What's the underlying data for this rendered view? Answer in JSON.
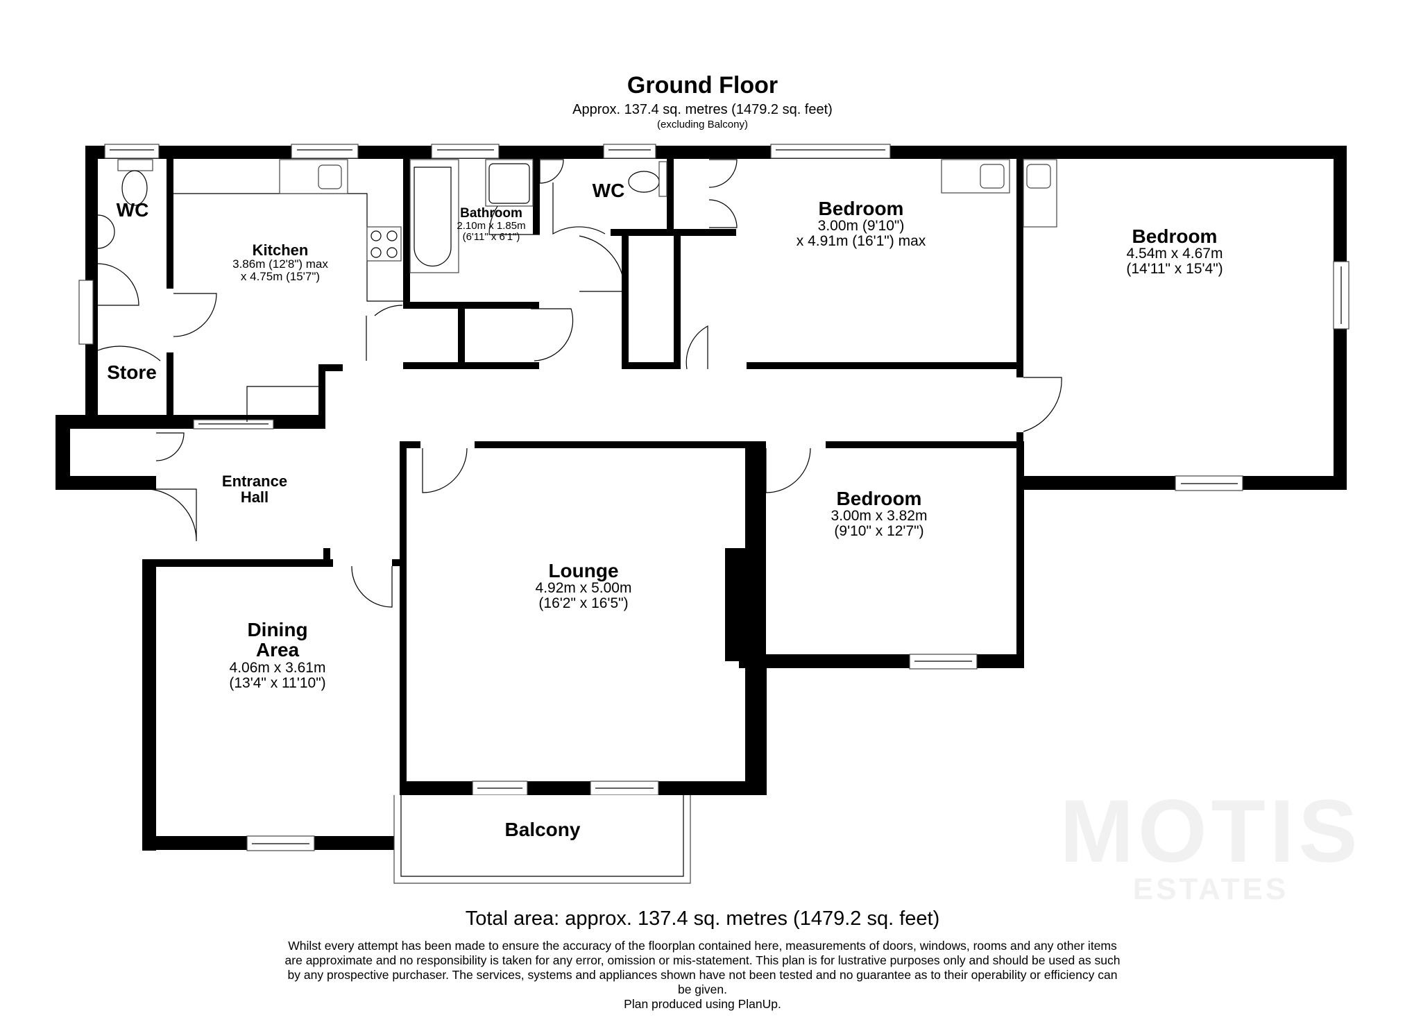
{
  "header": {
    "title": "Ground Floor",
    "area": "Approx. 137.4 sq. metres (1479.2 sq. feet)",
    "note": "(excluding Balcony)"
  },
  "rooms": {
    "wc_left": {
      "name": "WC"
    },
    "store": {
      "name": "Store"
    },
    "kitchen": {
      "name": "Kitchen",
      "dim1": "3.86m (12'8\") max",
      "dim2": "x 4.75m (15'7\")"
    },
    "bathroom": {
      "name": "Bathroom",
      "dim1": "2.10m x 1.85m",
      "dim2": "(6'11\" x 6'1\")"
    },
    "wc_mid": {
      "name": "WC"
    },
    "bedroom1": {
      "name": "Bedroom",
      "dim1": "3.00m (9'10\")",
      "dim2": "x 4.91m (16'1\") max"
    },
    "bedroom2": {
      "name": "Bedroom",
      "dim1": "4.54m x 4.67m",
      "dim2": "(14'11\" x 15'4\")"
    },
    "entrance_hall": {
      "name_line1": "Entrance",
      "name_line2": "Hall"
    },
    "lounge": {
      "name": "Lounge",
      "dim1": "4.92m x 5.00m",
      "dim2": "(16'2\" x 16'5\")"
    },
    "bedroom3": {
      "name": "Bedroom",
      "dim1": "3.00m x 3.82m",
      "dim2": "(9'10\" x 12'7\")"
    },
    "dining": {
      "name_line1": "Dining",
      "name_line2": "Area",
      "dim1": "4.06m x 3.61m",
      "dim2": "(13'4\" x 11'10\")"
    },
    "balcony": {
      "name": "Balcony"
    }
  },
  "footer": {
    "total": "Total area: approx. 137.4 sq. metres (1479.2 sq. feet)",
    "disclaimer_lines": [
      "Whilst every attempt has been made to ensure the accuracy of the floorplan contained here, measurements of doors, windows, rooms and any other items",
      "are approximate and no responsibility is taken for any error, omission or mis-statement. This plan is for lustrative purposes only and should be used as such",
      "by any prospective purchaser. The services, systems and appliances shown have not been tested and no guarantee as to their operability or efficiency can",
      "be given.",
      "Plan produced using PlanUp."
    ]
  },
  "watermark": {
    "main": "MOTIS",
    "sub": "ESTATES"
  },
  "colors": {
    "wall": "#000000",
    "background": "#ffffff",
    "watermark": "#f1f1f1"
  }
}
